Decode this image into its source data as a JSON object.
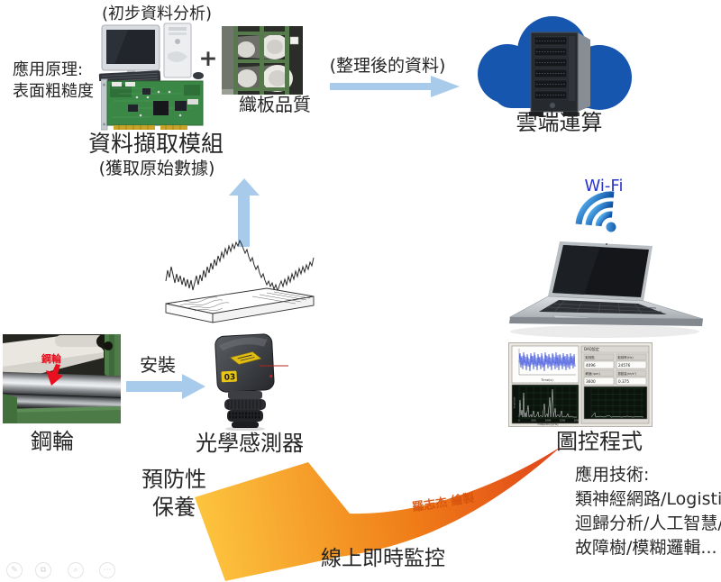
{
  "slide": {
    "top": {
      "analysis_label": "(初步資料分析)",
      "principle_line1": "應用原理:",
      "principle_line2": "表面粗糙度",
      "plus": "+",
      "fabric_quality": "織板品質",
      "daq_module": "資料擷取模組",
      "raw_data": "(獲取原始數據)",
      "organized_data": "(整理後的資料)",
      "cloud_label": "雲端運算"
    },
    "middle": {
      "install": "安裝",
      "steel_wheel_caption": "鋼輪",
      "steel_wheel_annotation": "鋼輪",
      "sensor_caption": "光學感測器",
      "sensor_badge": "03",
      "wifi_label": "Wi-Fi",
      "gui_caption": "圖控程式"
    },
    "software": {
      "title": "DAQ設定",
      "fields": [
        {
          "label": "取樣點",
          "value": "4096"
        },
        {
          "label": "取樣率(Hz)",
          "value": "24576"
        },
        {
          "label": "轉速(rpm)",
          "value": "3600"
        },
        {
          "label": "振動量(m/s²)",
          "value": "0.375"
        }
      ],
      "time_axis": "Time(s)",
      "freq_axis": "Frequency(Hz)",
      "amp_axis": "Amplitude",
      "freq_ticks": [
        "0",
        "500",
        "1000",
        "1500",
        "2000"
      ]
    },
    "bottom": {
      "preventive_line1": "預防性",
      "preventive_line2": "保養",
      "online_monitoring": "線上即時監控",
      "watermark": "羅志杰 繪製",
      "applied_tech": [
        "應用技術:",
        "類神經網路/Logistic",
        "迴歸分析/人工智慧/",
        "故障樹/模糊邏輯..."
      ]
    },
    "toolbar": {
      "edit": "✎",
      "copy": "⧉",
      "zoom": "⌕",
      "more": "⋯"
    },
    "colors": {
      "arrow_blue": "#A9CBEB",
      "cloud_blue": "#1656AE",
      "wifi_blue": "#1A62C5",
      "wifi_text": "#2B35C8",
      "orange_dark": "#E0451A",
      "orange_light": "#FDC63F",
      "annotation_red": "#E8101F",
      "pcb_green": "#3B8746",
      "text": "#262626"
    }
  }
}
